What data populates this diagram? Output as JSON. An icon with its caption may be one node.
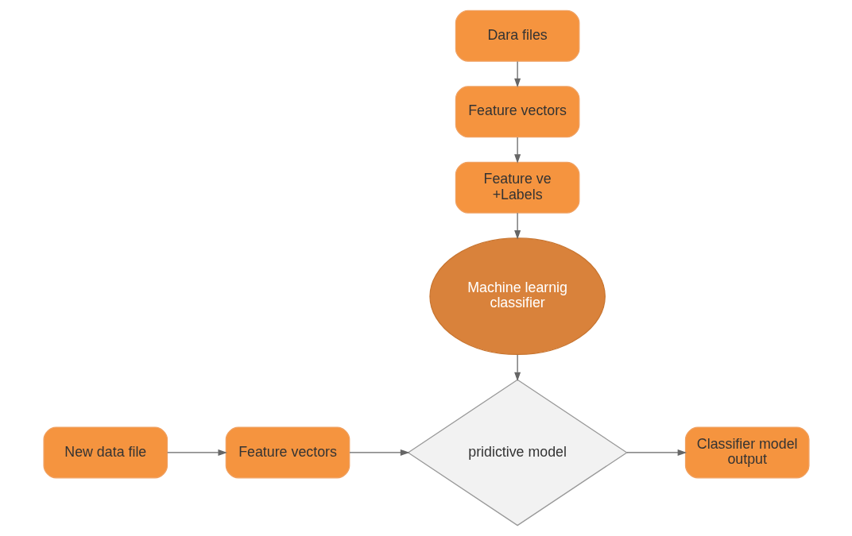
{
  "diagram": {
    "nodes": [
      {
        "text": [
          "Dara files"
        ]
      },
      {
        "text": [
          "Feature vectors"
        ]
      },
      {
        "text": [
          "Feature ve +Labels"
        ]
      },
      {
        "text": [
          "Machine learnig classifier"
        ]
      },
      {
        "text": [
          "New data file"
        ]
      },
      {
        "text": [
          "Feature vectors"
        ]
      },
      {
        "text": [
          "pridictive model"
        ]
      },
      {
        "text": [
          "Classifier model output"
        ]
      }
    ],
    "edges": [
      {
        "from": 0,
        "to": 1,
        "arrow": "to"
      },
      {
        "from": 1,
        "to": 2,
        "arrow": "to"
      },
      {
        "from": 2,
        "to": 3,
        "arrow": "to"
      },
      {
        "from": 3,
        "to": 6,
        "arrow": "to"
      },
      {
        "from": 4,
        "to": 5,
        "arrow": "to"
      },
      {
        "from": 5,
        "to": 6,
        "arrow": "to"
      },
      {
        "from": 6,
        "to": 7,
        "arrow": "to"
      }
    ]
  }
}
